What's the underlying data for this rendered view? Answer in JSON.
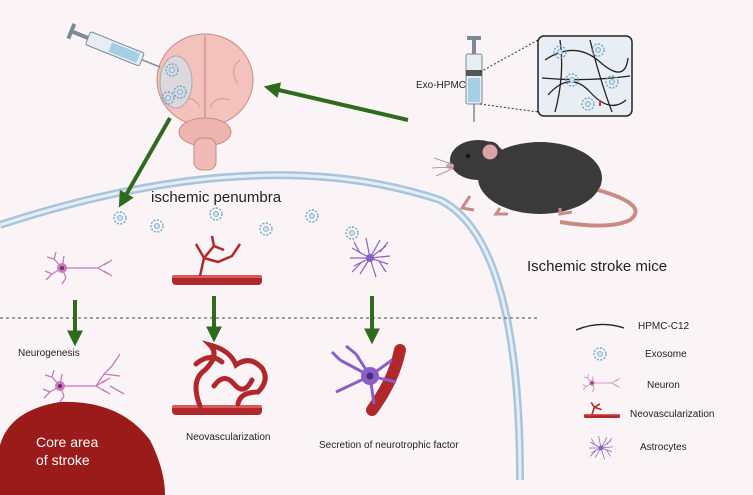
{
  "labels": {
    "penumbra": "ischemic penumbra",
    "mice": "Ischemic stroke mice",
    "exo_hpmc": "Exo-HPMC",
    "core_line1": "Core area",
    "core_line2": "of stroke",
    "neurogenesis": "Neurogenesis",
    "neovascularization": "Neovascularization",
    "secretion": "Secretion of neurotrophic factor"
  },
  "legend": [
    {
      "icon": "hpmc-fiber-icon",
      "label": "HPMC-C12"
    },
    {
      "icon": "exosome-icon",
      "label": "Exosome"
    },
    {
      "icon": "neuron-icon",
      "label": "Neuron"
    },
    {
      "icon": "vessel-icon",
      "label": "Neovascularization"
    },
    {
      "icon": "astrocyte-icon",
      "label": "Astrocytes"
    }
  ],
  "colors": {
    "arrow": "#2f6b1f",
    "vessel": "#b0272c",
    "core": "#9b1b1b",
    "neuron": "#c77bb8",
    "astrocyte": "#8a5fc4",
    "exosome": "#6fa5c6",
    "brain": "#f3c2bd",
    "mouse": "#3a3a3a",
    "membrane": "#a9c4dc"
  }
}
